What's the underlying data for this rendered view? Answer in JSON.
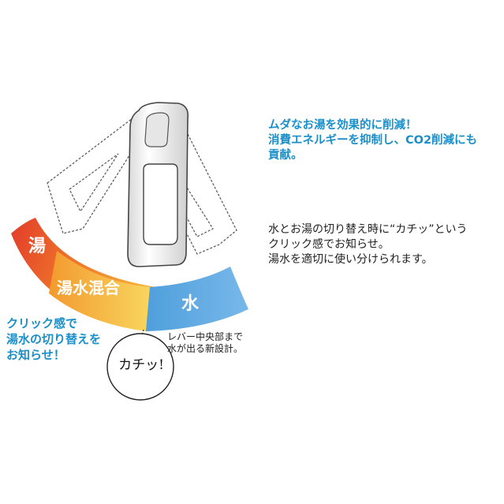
{
  "headline": "ムダなお湯を効果的に削減！\n消費エネルギーを抑制し、CO2削減にも\n貢献。",
  "body_text": "水とお湯の切り替え時に“カチッ”という\nクリック感でお知らせ。\n湯水を適切に使い分けられます。",
  "arc_labels": {
    "hot": "湯",
    "mixed": "湯水混合",
    "cold": "水"
  },
  "left_note": "クリック感で\n湯水の切り替えを\nお知らせ！",
  "right_note": "レバー中央部まで\n水が出る新設計。",
  "bubble": "カチッ!",
  "colors": {
    "hot": "#e23c2a",
    "warm": "#f7a72c",
    "mixed_end": "#f5d25a",
    "cold": "#5aa9e0",
    "accent_text": "#1a8fc9"
  }
}
